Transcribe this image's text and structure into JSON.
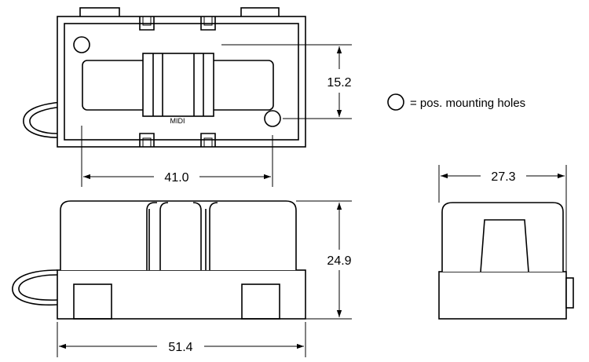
{
  "labels": {
    "midi": "MIDI",
    "legend_text": "= pos. mounting holes"
  },
  "dimensions": {
    "hole_offset": "15.2",
    "hole_spacing": "41.0",
    "height": "24.9",
    "length": "51.4",
    "width": "27.3"
  },
  "icons": {
    "mounting_hole": "circle-icon"
  }
}
